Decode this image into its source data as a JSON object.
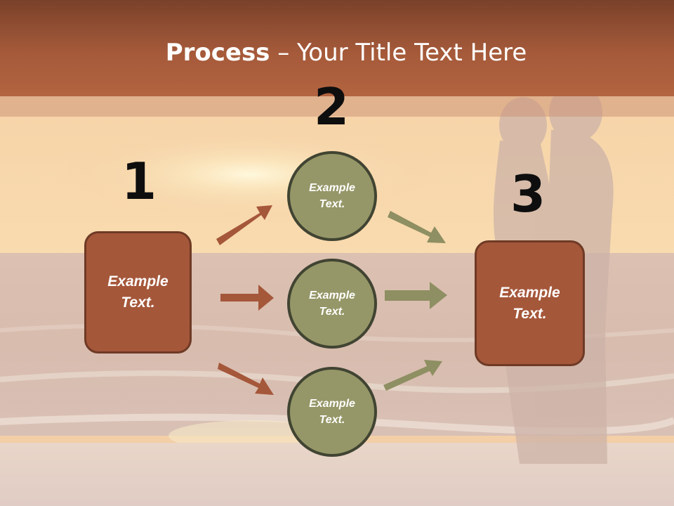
{
  "title": {
    "bold": "Process",
    "rest": " – Your Title Text Here"
  },
  "numbers": {
    "n1": "1",
    "n2": "2",
    "n3": "3"
  },
  "source_box": {
    "text": "Example\nText."
  },
  "middle_circles": [
    {
      "text": "Example\nText."
    },
    {
      "text": "Example\nText."
    },
    {
      "text": "Example\nText."
    }
  ],
  "target_box": {
    "text": "Example\nText."
  },
  "colors": {
    "header": "#a55a3a",
    "box_fill": "#a5573a",
    "circle_fill": "#969768",
    "arrow_in": "#a5573a",
    "arrow_out": "#8e8f62"
  }
}
